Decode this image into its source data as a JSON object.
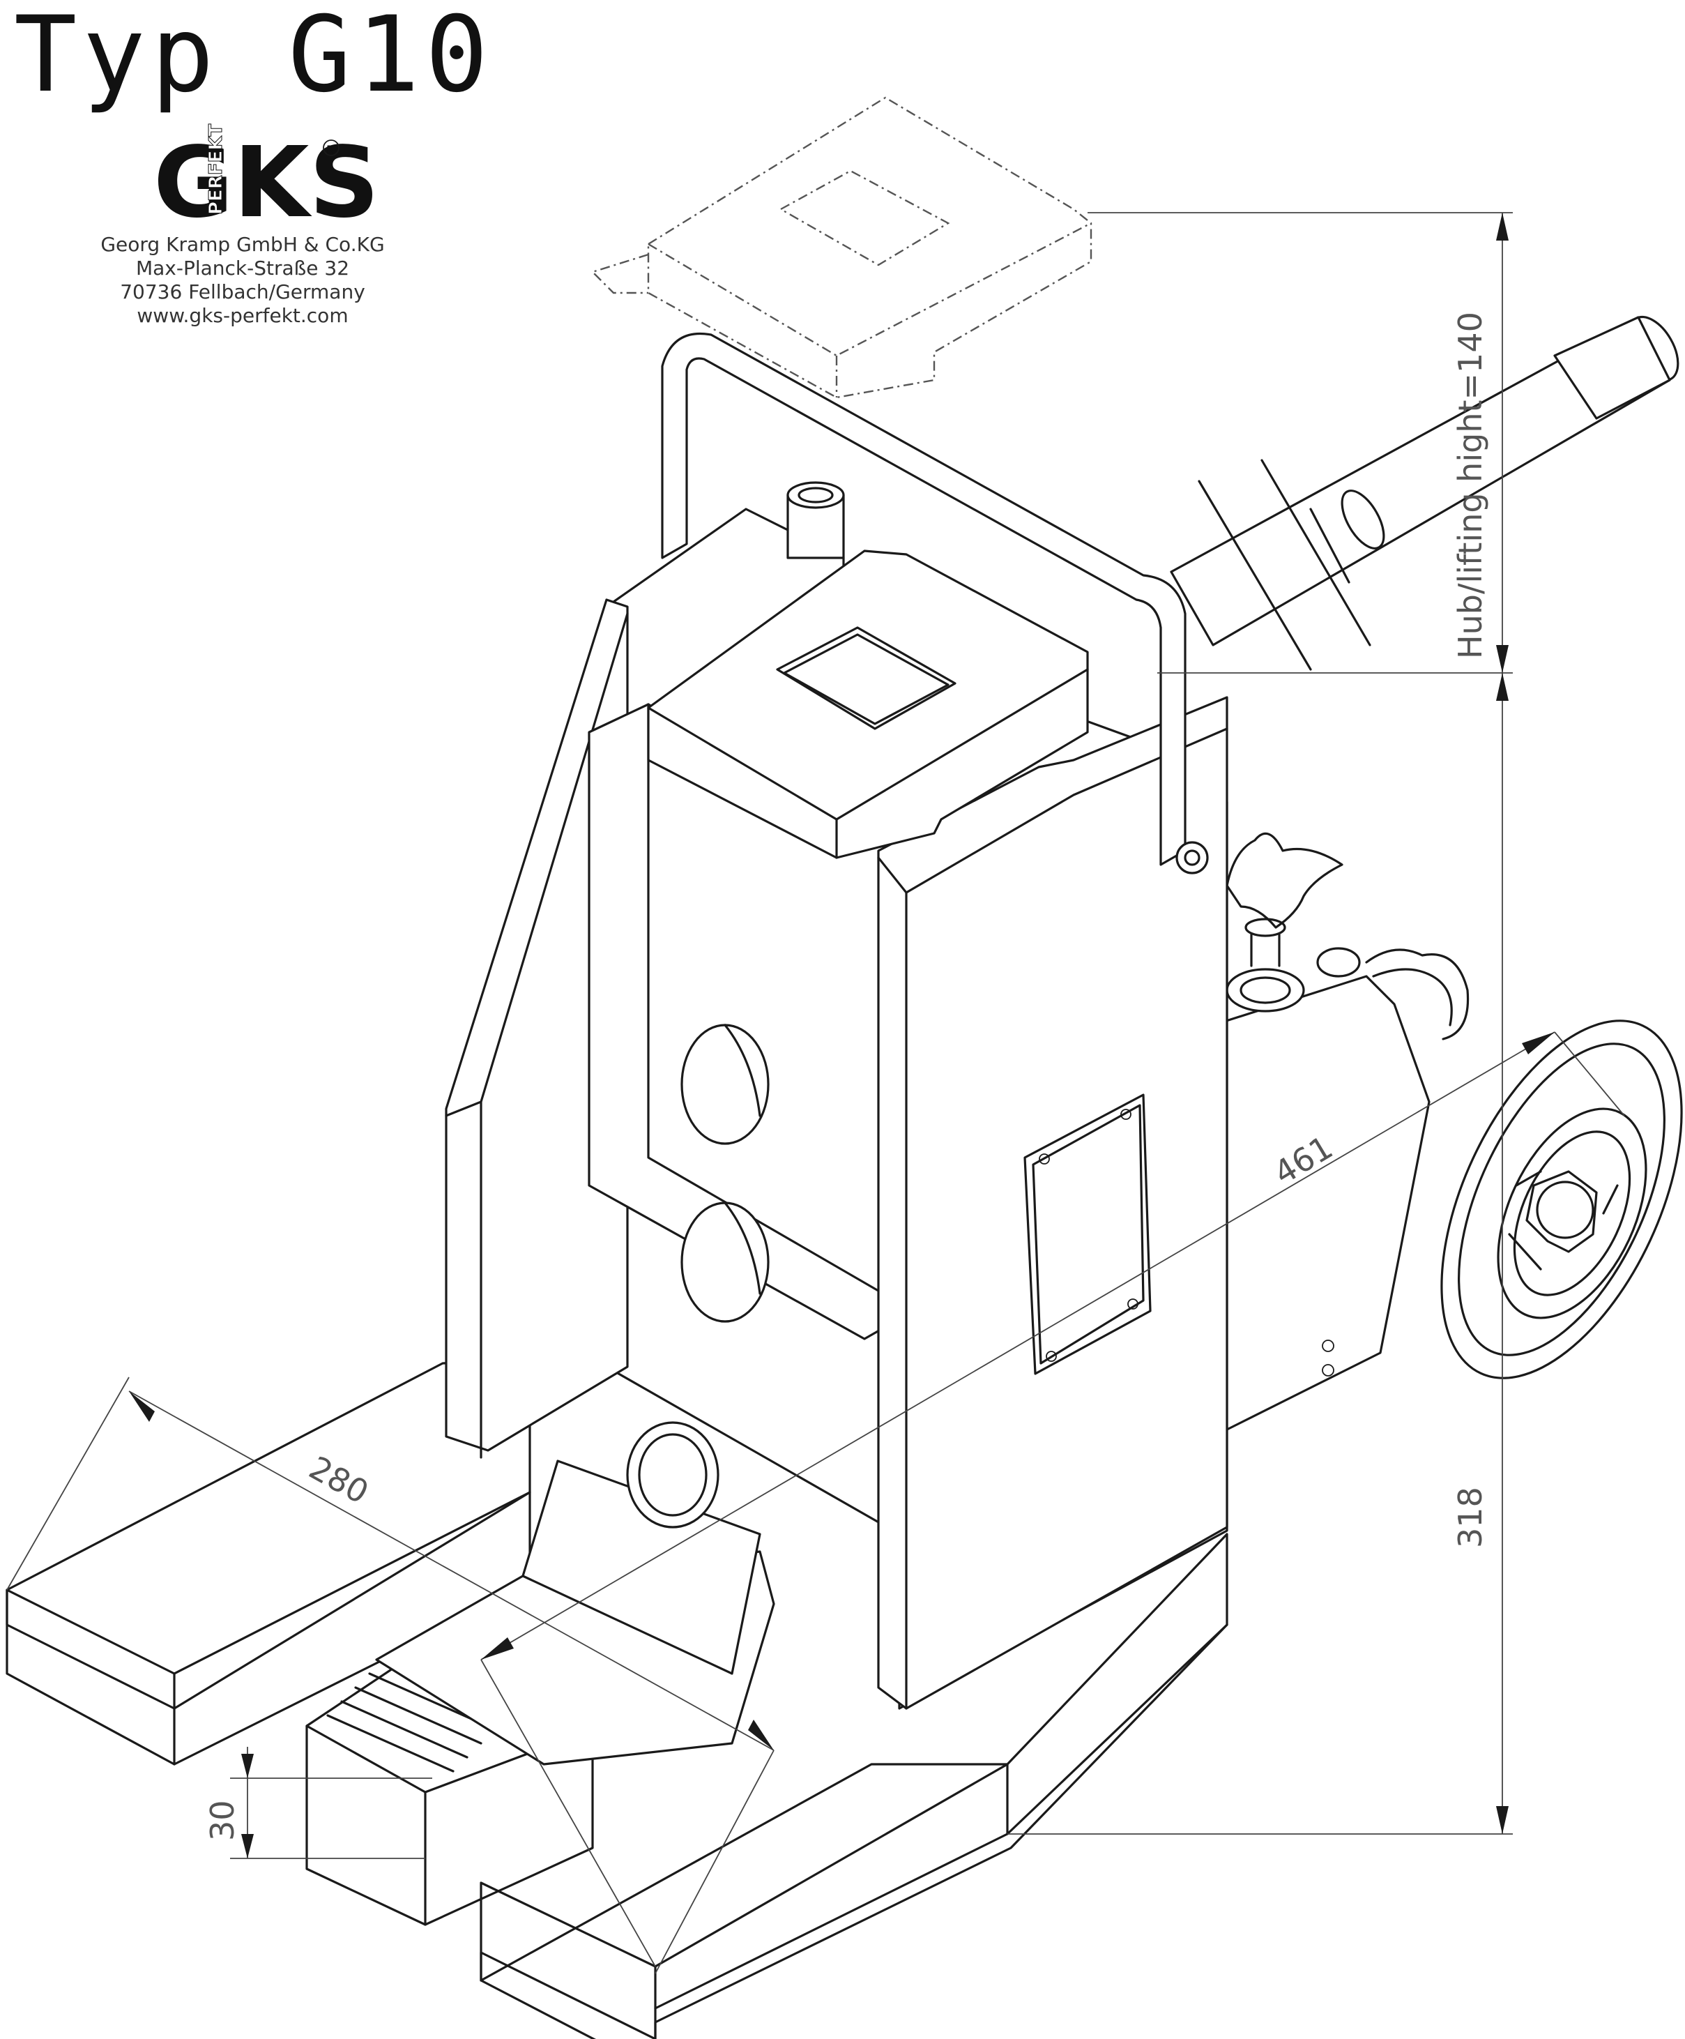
{
  "title": "Typ G10",
  "brand": {
    "logo_text": "GKS",
    "logo_sub": "PERFEKT",
    "company": "Georg Kramp GmbH & Co.KG",
    "street": "Max-Planck-Straße 32",
    "city": "70736 Fellbach/Germany",
    "web": "www.gks-perfekt.com"
  },
  "dimensions": {
    "lifting_height": "Hub/lifting hight=140",
    "height": "318",
    "length": "461",
    "width": "280",
    "toe_height": "30"
  }
}
